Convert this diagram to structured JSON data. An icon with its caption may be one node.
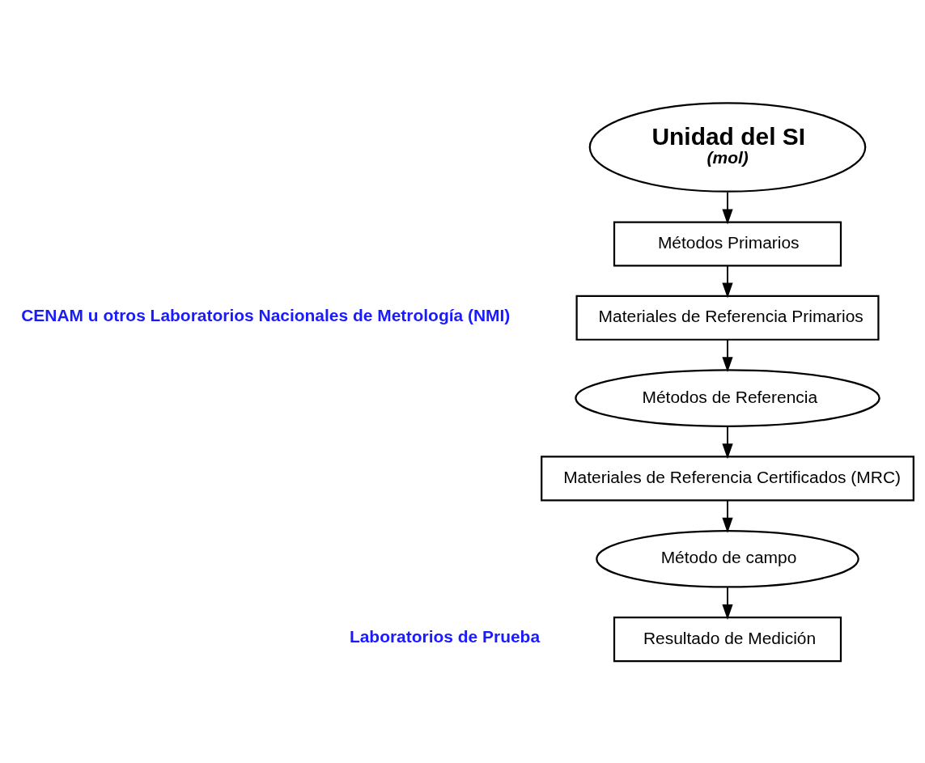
{
  "diagram": {
    "nodes": [
      {
        "text": [
          "Unidad del SI",
          "(mol)"
        ]
      },
      {
        "text": [
          "Métodos Primarios"
        ]
      },
      {
        "text": [
          "Materiales de Referencia Primarios"
        ]
      },
      {
        "text": [
          "Métodos de Referencia"
        ]
      },
      {
        "text": [
          "Materiales de Referencia Certificados (MRC)"
        ]
      },
      {
        "text": [
          "Método de campo"
        ]
      },
      {
        "text": [
          "Resultado de Medición"
        ]
      }
    ],
    "edges": [
      {
        "from": 0,
        "to": 1,
        "arrow": "to"
      },
      {
        "from": 1,
        "to": 2,
        "arrow": "to"
      },
      {
        "from": 2,
        "to": 3,
        "arrow": "to"
      },
      {
        "from": 3,
        "to": 4,
        "arrow": "to"
      },
      {
        "from": 4,
        "to": 5,
        "arrow": "to"
      },
      {
        "from": 5,
        "to": 6,
        "arrow": "to"
      }
    ],
    "labels": [
      "CENAM u otros Laboratorios Nacionales de Metrología (NMI)",
      "Laboratorios de Prueba"
    ]
  }
}
